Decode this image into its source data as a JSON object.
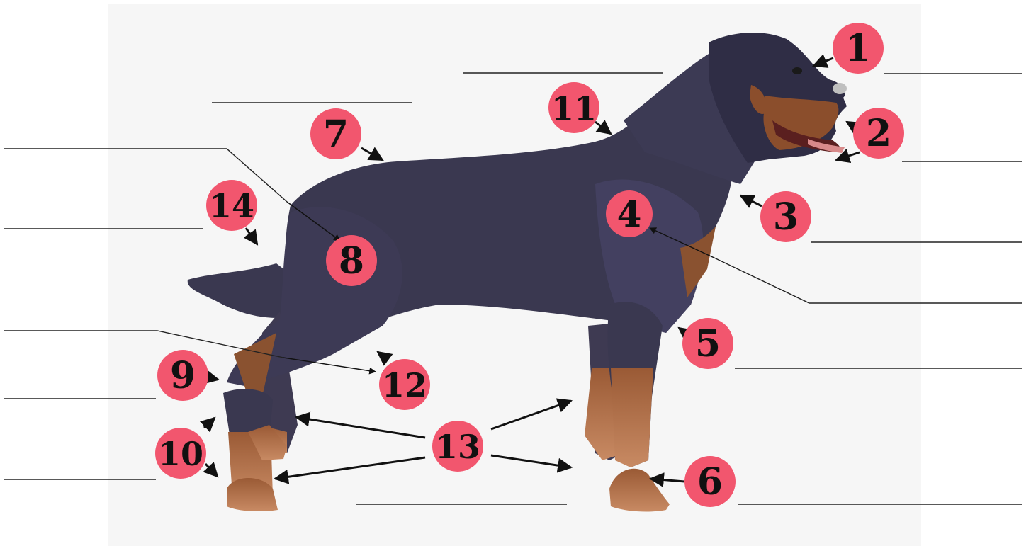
{
  "diagram": {
    "subject": "dog-body-parts",
    "label_color": "#f2566e",
    "number_color": "#111111",
    "leader_line_color": "#111111",
    "answer_line_color": "#222222",
    "markers": [
      {
        "id": "1",
        "text": "1"
      },
      {
        "id": "2",
        "text": "2"
      },
      {
        "id": "3",
        "text": "3"
      },
      {
        "id": "4",
        "text": "4"
      },
      {
        "id": "5",
        "text": "5"
      },
      {
        "id": "6",
        "text": "6"
      },
      {
        "id": "7",
        "text": "7"
      },
      {
        "id": "8",
        "text": "8"
      },
      {
        "id": "9",
        "text": "9"
      },
      {
        "id": "10",
        "text": "10"
      },
      {
        "id": "11",
        "text": "11"
      },
      {
        "id": "12",
        "text": "12"
      },
      {
        "id": "13",
        "text": "13"
      },
      {
        "id": "14",
        "text": "14"
      }
    ],
    "answer_blanks_count": 14
  }
}
